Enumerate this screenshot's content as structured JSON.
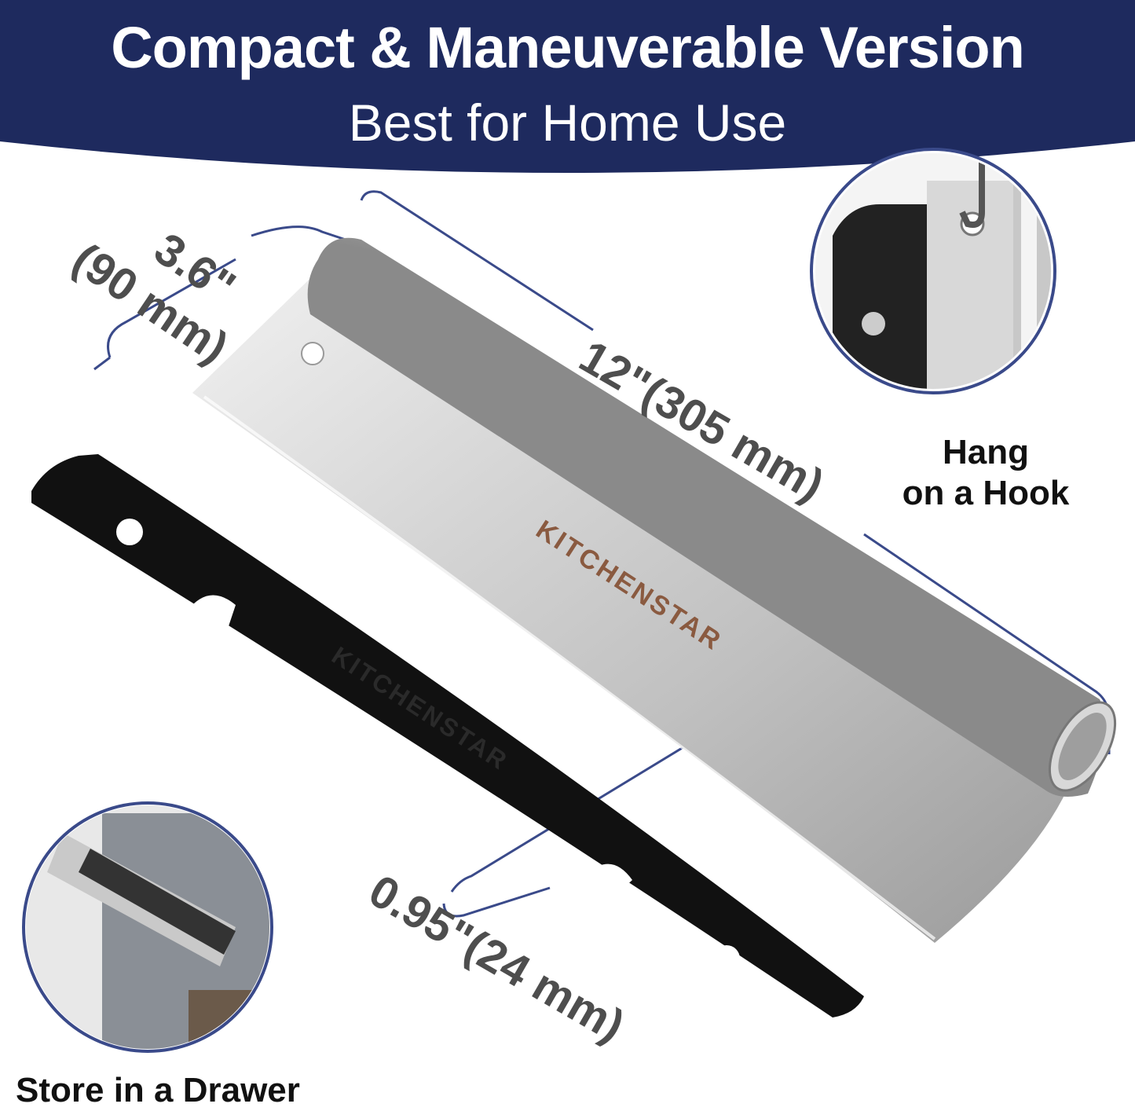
{
  "banner": {
    "headline": "Compact & Maneuverable Version",
    "subline": "Best for Home Use",
    "color": "#1e2a5e"
  },
  "dimensions": {
    "length": "12\"(305 mm)",
    "width_in": "3.6\"",
    "width_mm": "(90 mm)",
    "thickness": "0.95\"(24 mm)",
    "line_color": "#3a4a8a"
  },
  "brand": {
    "blade_logo": "KITCHENSTAR",
    "cover_logo": "KITCHENSTAR"
  },
  "features": {
    "hook_caption_line1": "Hang",
    "hook_caption_line2": "on a Hook",
    "drawer_caption": "Store in a Drawer"
  }
}
